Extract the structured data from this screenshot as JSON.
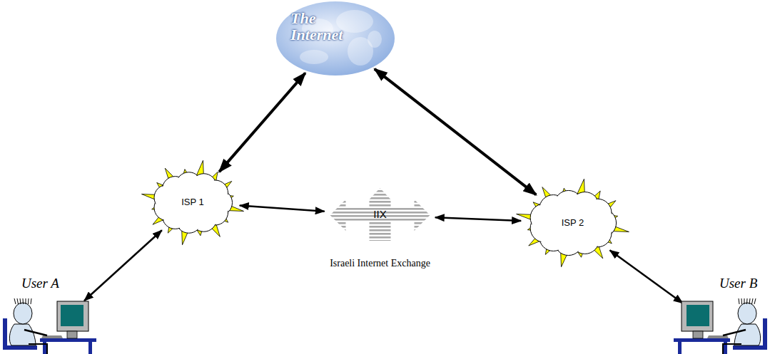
{
  "diagram": {
    "nodes": [
      {
        "text": [
          "The Internet"
        ]
      },
      {
        "text": [
          "ISP 1"
        ]
      },
      {
        "text": [
          "ISP 2"
        ]
      },
      {
        "text": [
          "User A"
        ]
      },
      {
        "text": [
          "IIX",
          "Israeli Internet Exchange"
        ]
      },
      {
        "text": [
          "User B"
        ]
      }
    ],
    "edges": [
      {
        "from": 1,
        "to": 0,
        "arrow": "both"
      },
      {
        "from": 0,
        "to": 2,
        "arrow": "both"
      },
      {
        "from": 3,
        "to": 1,
        "arrow": "both"
      },
      {
        "from": 1,
        "to": 4,
        "arrow": "both"
      },
      {
        "from": 4,
        "to": 2,
        "arrow": "both"
      },
      {
        "from": 2,
        "to": 5,
        "arrow": "both"
      }
    ]
  }
}
